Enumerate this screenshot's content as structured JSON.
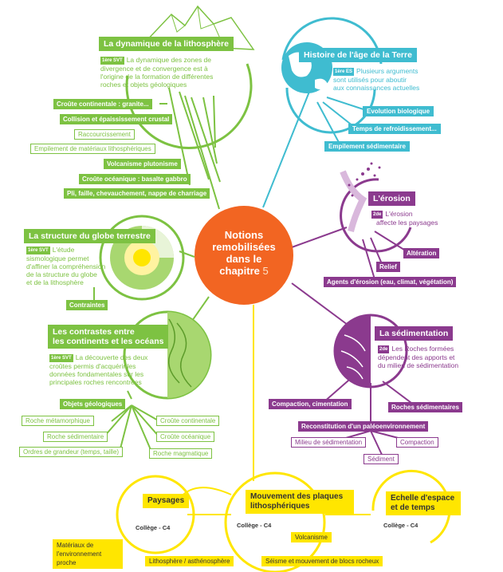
{
  "center": {
    "line1": "Notions",
    "line2": "remobilisées",
    "line3": "dans le",
    "line4": "chapitre",
    "number": "5"
  },
  "lithosphere": {
    "title": "La dynamique de la lithosphère",
    "badge": "1ère SVT",
    "text": [
      "La dynamique des zones de",
      "divergence et de convergence est à",
      "l'origine de la formation de différentes",
      "roches et objets géologiques"
    ],
    "items": [
      "Croûte continentale : granite...",
      "Collision et épaississement crustal",
      "Raccourcissement",
      "Empilement de matériaux lithosphériques",
      "Volcanisme plutonisme",
      "Croûte océanique : basalte gabbro",
      "Pli, faille, chevauchement,  nappe de charriage"
    ]
  },
  "structure": {
    "title": "La structure du globe terrestre",
    "badge": "1ère SVT",
    "text": [
      "L'étude",
      "sismologique permet",
      "d'affiner la compréhension",
      "de la structure du globe",
      "et de la lithosphère"
    ],
    "items": [
      "Contraintes"
    ]
  },
  "contrastes": {
    "title1": "Les contrastes entre",
    "title2": "les continents et les océans",
    "badge": "1ère SVT",
    "text": [
      "La découverte des deux",
      "croûtes permis d'acquérir les",
      "données fondamentales sur les",
      "principales roches rencontrées"
    ],
    "objets": "Objets géologiques",
    "left_items": [
      "Roche métamorphique",
      "Roche sédimentaire",
      "Ordres de grandeur (temps, taille)"
    ],
    "right_items": [
      "Croûte continentale",
      "Croûte océanique",
      "Roche magmatique"
    ]
  },
  "histoire": {
    "title": "Histoire de l'âge de la Terre",
    "badge": "1ère ES",
    "text": [
      "Plusieurs arguments",
      "sont utilisés pour aboutir",
      "aux connaissances actuelles"
    ],
    "items": [
      "Evolution biologique",
      "Temps de refroidissement...",
      "Empilement sédimentaire"
    ]
  },
  "erosion": {
    "title": "L'érosion",
    "badge": "2de",
    "text": [
      "L'érosion",
      "affecte les paysages"
    ],
    "items": [
      "Altération",
      "Relief",
      "Agents d'érosion (eau, climat, végétation)"
    ]
  },
  "sedimentation": {
    "title": "La sédimentation",
    "badge": "2de",
    "text": [
      "Les Roches formées",
      "dépendent des apports et",
      "du milieu de sédimentation"
    ],
    "items": [
      "Compaction, cimentation",
      "Roches sédimentaires",
      "Reconstitution d'un paléoenvironnement"
    ],
    "sub_items": [
      "Milieu de sédimentation",
      "Compaction",
      "Sédiment"
    ]
  },
  "paysages": {
    "title": "Paysages",
    "college": "Collège - C4",
    "item": "Matériaux de l'environnement proche"
  },
  "mouvement": {
    "title": "Mouvement des plaques lithosphériques",
    "college": "Collège - C4",
    "items": [
      "Volcanisme",
      "Lithosphère / asthénosphère",
      "Séisme et mouvement de blocs rocheux"
    ]
  },
  "echelle": {
    "title": "Echelle d'espace et de temps",
    "college": "Collège - C4"
  },
  "colors": {
    "green": "#7dc242",
    "blue": "#3fbcd0",
    "purple": "#8b3a8e",
    "yellow": "#ffe600",
    "orange": "#f26522"
  }
}
